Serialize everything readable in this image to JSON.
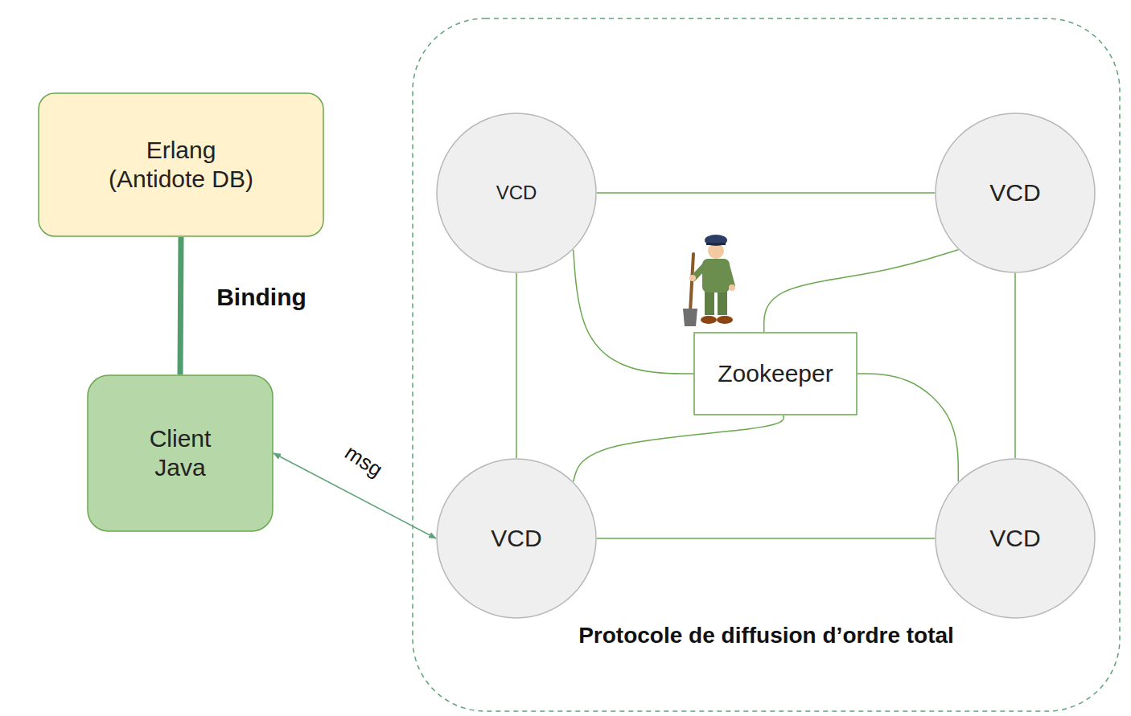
{
  "diagram": {
    "nodes": [
      {
        "text": [
          "Erlang (Antidote DB)"
        ]
      },
      {
        "text": [
          "Client Java"
        ]
      },
      {
        "text": [
          "Protocole de diffusion d’ordre total"
        ]
      },
      {
        "text": [
          "VCD"
        ],
        "in": 2
      },
      {
        "text": [
          "VCD"
        ],
        "in": 2
      },
      {
        "text": [
          "Zookeeper"
        ],
        "in": 2
      },
      {
        "text": [
          "VCD"
        ],
        "in": 2
      },
      {
        "text": [
          "VCD"
        ],
        "in": 2
      }
    ],
    "edges": [
      {
        "from": 0,
        "to": 1,
        "label": "Binding",
        "arrow": "none"
      },
      {
        "from": 1,
        "to": 6,
        "label": "msg",
        "arrow": "both"
      },
      {
        "from": 3,
        "to": 4,
        "arrow": "none"
      },
      {
        "from": 3,
        "to": 6,
        "arrow": "none"
      },
      {
        "from": 4,
        "to": 7,
        "arrow": "none"
      },
      {
        "from": 6,
        "to": 7,
        "arrow": "none"
      },
      {
        "from": 3,
        "to": 5,
        "arrow": "none"
      },
      {
        "from": 4,
        "to": 5,
        "arrow": "none"
      },
      {
        "from": 6,
        "to": 5,
        "arrow": "none"
      },
      {
        "from": 7,
        "to": 5,
        "arrow": "none"
      }
    ]
  }
}
